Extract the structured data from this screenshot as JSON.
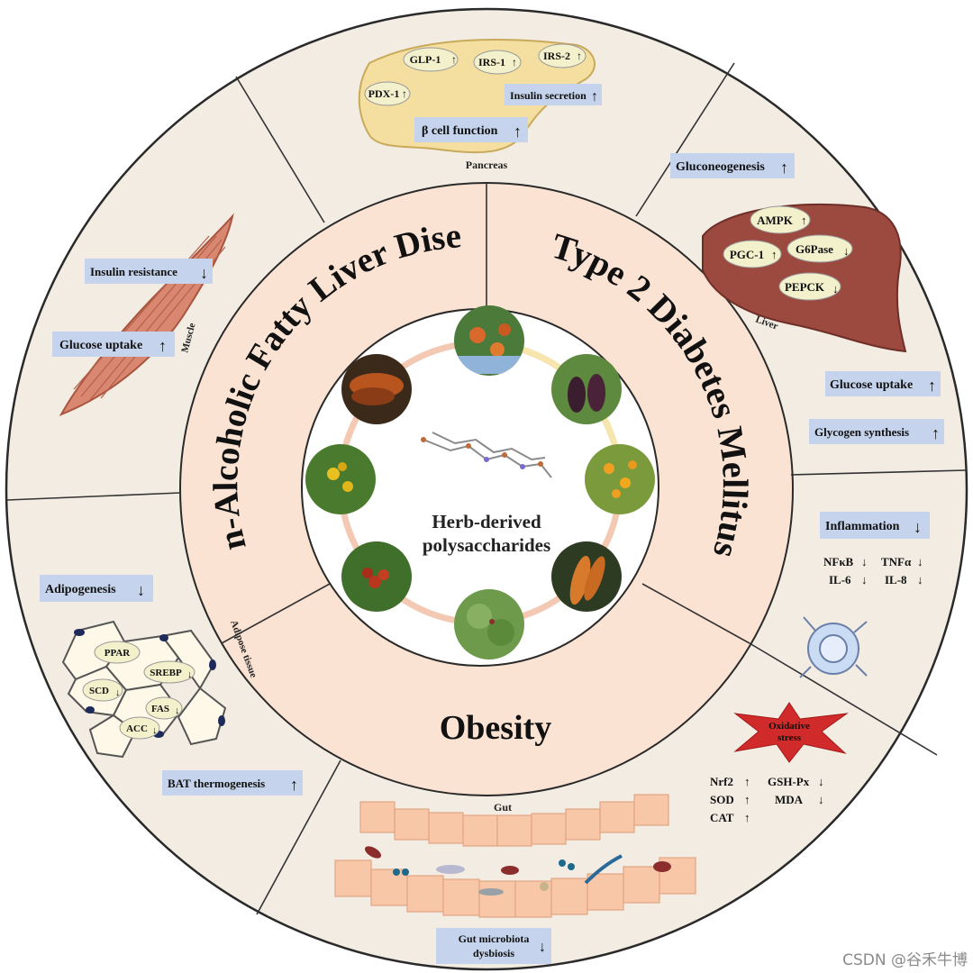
{
  "center": {
    "line1": "Herb-derived",
    "line2": "polysaccharides"
  },
  "diseases": {
    "nafld": "Non-Alcoholic Fatty Liver Disease",
    "t2dm": "Type 2 Diabetes Mellitus",
    "obesity": "Obesity"
  },
  "pancreas": {
    "caption": "Pancreas",
    "glp1": "GLP-1",
    "irs1": "IRS-1",
    "irs2": "IRS-2",
    "pdx1": "PDX-1",
    "insulin_secretion": "Insulin secretion",
    "beta_cell": "β cell function"
  },
  "liver": {
    "caption": "Liver",
    "gluconeogenesis": "Gluconeogenesis",
    "ampk": "AMPK",
    "pgc1": "PGC-1",
    "g6pase": "G6Pase",
    "pepck": "PEPCK",
    "glucose_uptake": "Glucose uptake",
    "glycogen": "Glycogen synthesis"
  },
  "inflammation": {
    "title": "Inflammation",
    "nfkb": "NFκB",
    "tnfa": "TNFα",
    "il6": "IL-6",
    "il8": "IL-8"
  },
  "oxidative": {
    "line1": "Oxidative",
    "line2": "stress",
    "nrf2": "Nrf2",
    "sod": "SOD",
    "cat": "CAT",
    "gshpx": "GSH-Px",
    "mda": "MDA"
  },
  "gut": {
    "caption": "Gut",
    "dysbiosis_line1": "Gut microbiota",
    "dysbiosis_line2": "dysbiosis"
  },
  "adipose": {
    "caption": "Adipose tissue",
    "adipogenesis": "Adipogenesis",
    "ppar": "PPAR",
    "srebp": "SREBP",
    "scd": "SCD",
    "fas": "FAS",
    "acc": "ACC",
    "bat": "BAT thermogenesis"
  },
  "muscle": {
    "caption": "Muscle",
    "insulin_resistance": "Insulin resistance",
    "glucose_uptake": "Glucose uptake"
  },
  "arrows": {
    "up": "↑",
    "down": "↓"
  },
  "watermark": "CSDN @谷禾牛博",
  "colors": {
    "outer_ring": "#f2ece3",
    "middle_ring": "#fbe3d4",
    "divider": "#333333",
    "label_box": "#c5d4ec",
    "ellipse": "#f3f0cc",
    "pancreas": "#f5dfa0",
    "liver": "#9c4a40",
    "muscle": "#d98770",
    "star": "#d02a2a",
    "gut_cell": "#f7c7a8"
  }
}
